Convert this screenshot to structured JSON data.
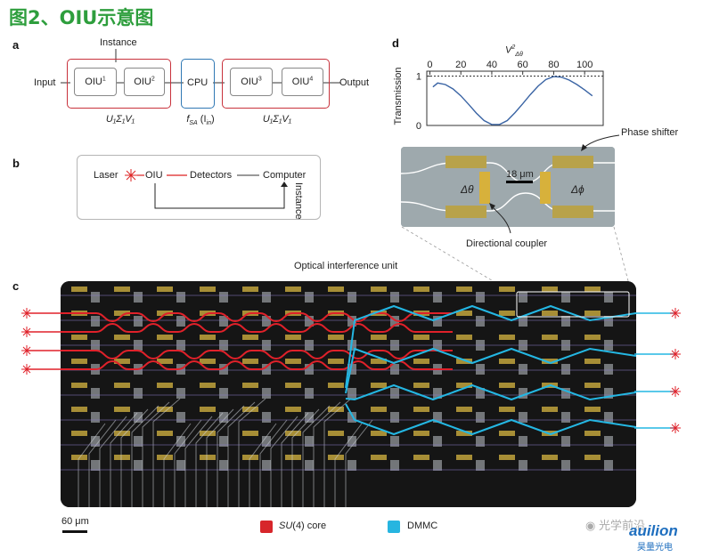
{
  "figure": {
    "title": "图2、OIU示意图"
  },
  "panel_a": {
    "label": "a",
    "instance_label": "Instance",
    "input_label": "Input",
    "output_label": "Output",
    "oiu1": "OIU",
    "oiu1_sup": "1",
    "oiu2": "OIU",
    "oiu2_sup": "2",
    "cpu": "CPU",
    "oiu3": "OIU",
    "oiu3_sup": "3",
    "oiu4": "OIU",
    "oiu4_sup": "4",
    "caption_left": "U₁Σ₁V₁",
    "caption_mid": "f_SA (I_in)",
    "caption_mid_f": "f",
    "caption_mid_sub": "SA",
    "caption_mid_arg": "(I",
    "caption_mid_argsub": "in",
    "caption_mid_close": ")",
    "caption_right": "U₁Σ₁V₁",
    "colors": {
      "red": "#c8323c",
      "blue": "#2f78b4"
    }
  },
  "panel_b": {
    "label": "b",
    "laser": "Laser",
    "oiu": "OIU",
    "detectors": "Detectors",
    "computer": "Computer",
    "instance_label": "Instance"
  },
  "panel_d": {
    "label": "d",
    "x_axis_title": "V²Δθ",
    "x_title_base": "V",
    "x_title_sup": "2",
    "x_title_sub": "Δθ",
    "y_axis_title": "Transmission",
    "phase_shifter": "Phase shifter",
    "scale": "18 μm",
    "delta_theta": "Δθ",
    "delta_phi": "Δϕ",
    "directional_coupler": "Directional coupler"
  },
  "panel_c": {
    "label": "c",
    "heading": "Optical interference unit",
    "scale": "60 μm",
    "legend": [
      {
        "label_italic": "SU",
        "label_rest": "(4) core",
        "color": "#d7262b"
      },
      {
        "label_italic": "",
        "label_rest": "DMMC",
        "color": "#27b5e0"
      }
    ]
  },
  "watermark": {
    "wechat_text": "光学前沿",
    "brand": "auilion",
    "brand_cn": "昊量光电"
  },
  "chart_data": {
    "type": "line",
    "title": "",
    "xlabel": "V²Δθ",
    "ylabel": "Transmission",
    "xlim": [
      -2,
      112
    ],
    "ylim": [
      0,
      1.1
    ],
    "x_ticks": [
      0,
      20,
      40,
      60,
      80,
      100
    ],
    "y_ticks": [
      0,
      1
    ],
    "reference_line_y": 1,
    "series": [
      {
        "x": [
          2,
          5,
          10,
          15,
          20,
          25,
          30,
          35,
          40,
          45,
          50,
          55,
          60,
          65,
          70,
          75,
          80,
          85,
          90,
          95,
          100,
          105
        ],
        "values": [
          0.78,
          0.86,
          0.83,
          0.74,
          0.6,
          0.43,
          0.25,
          0.1,
          0.02,
          0.02,
          0.1,
          0.26,
          0.44,
          0.63,
          0.8,
          0.93,
          0.99,
          0.98,
          0.92,
          0.83,
          0.72,
          0.6
        ]
      }
    ]
  }
}
